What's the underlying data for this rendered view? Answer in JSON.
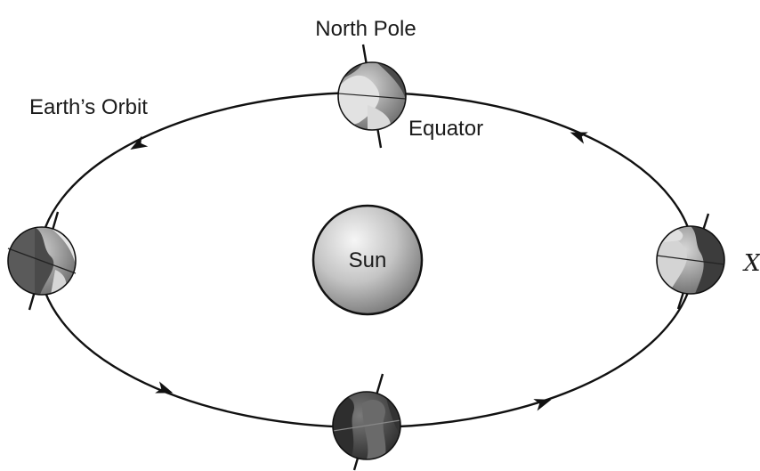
{
  "labels": {
    "north_pole": "North Pole",
    "orbit": "Earth’s Orbit",
    "equator": "Equator",
    "sun": "Sun",
    "x_marker": "X"
  },
  "colors": {
    "line": "#111111",
    "sun_light": "#f2f2f2",
    "sun_dark": "#8c8c8c",
    "earth_land_light": "#d0d0d0",
    "earth_land_dark": "#5a5a5a",
    "earth_ocean_light": "#9a9a9a",
    "earth_ocean_dark": "#3a3a3a"
  },
  "earth_positions": [
    {
      "name": "top"
    },
    {
      "name": "left"
    },
    {
      "name": "right"
    },
    {
      "name": "bottom"
    }
  ]
}
